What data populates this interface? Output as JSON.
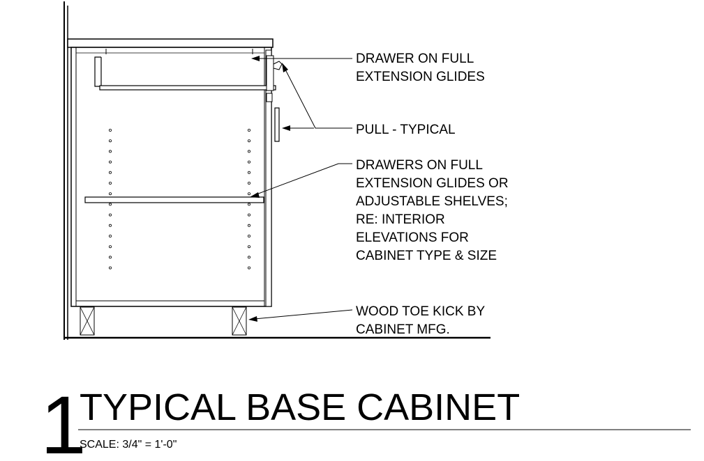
{
  "notes": {
    "drawer_glides": [
      "DRAWER ON FULL",
      "EXTENSION GLIDES"
    ],
    "pull": [
      "PULL - TYPICAL"
    ],
    "interior": [
      "DRAWERS ON FULL",
      "EXTENSION GLIDES OR",
      "ADJUSTABLE SHELVES;",
      "RE: INTERIOR",
      "ELEVATIONS FOR",
      "CABINET TYPE & SIZE"
    ],
    "toe_kick": [
      "WOOD TOE KICK BY",
      "CABINET MFG."
    ]
  },
  "title": {
    "number": "1",
    "name": "TYPICAL BASE CABINET",
    "scale": "SCALE:  3/4\" = 1'-0\""
  }
}
